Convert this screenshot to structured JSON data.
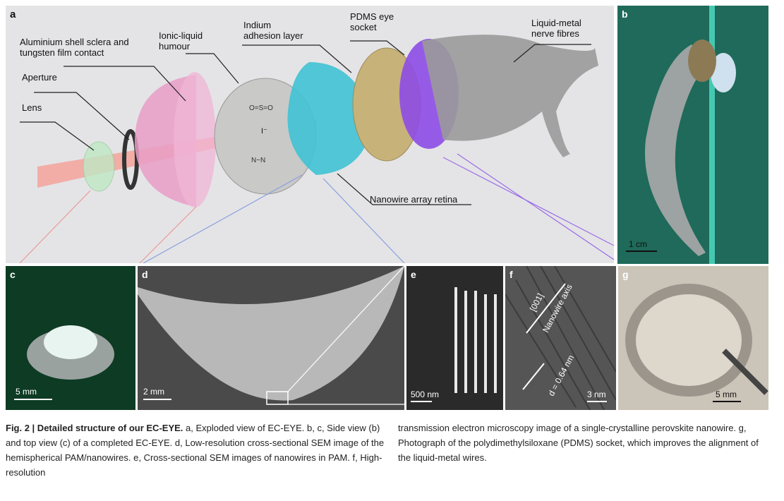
{
  "figure": {
    "panels": {
      "a": {
        "label": "a",
        "callouts": {
          "sclera": "Aluminium shell sclera and\ntungsten film contact",
          "aperture": "Aperture",
          "lens": "Lens",
          "humour": "Ionic-liquid\nhumour",
          "indium": "Indium\nadhesion layer",
          "pdms": "PDMS eye\nsocket",
          "nerve": "Liquid-metal\nnerve fibres",
          "retina": "Nanowire array retina"
        },
        "chem_iodide": "I⁻"
      },
      "b": {
        "label": "b",
        "scale": "1 cm"
      },
      "c": {
        "label": "c",
        "scale": "5 mm"
      },
      "d": {
        "label": "d",
        "scale": "2 mm"
      },
      "e": {
        "label": "e",
        "scale": "500 nm"
      },
      "f": {
        "label": "f",
        "scale": "3 nm",
        "lattice_plane": "[001]",
        "axis_label": "Nanowire axis",
        "d_spacing": "d = 0.64 nm"
      },
      "g": {
        "label": "g",
        "scale": "5 mm"
      }
    },
    "caption": {
      "title": "Fig. 2 | Detailed structure of our EC-EYE.",
      "left_text": " a, Exploded view of EC-EYE. b, c, Side view (b) and top view (c) of a completed EC-EYE. d, Low-resolution cross-sectional SEM image of the hemispherical PAM/nanowires. e, Cross-sectional SEM images of nanowires in PAM. f, High-resolution",
      "right_text": "transmission electron microscopy image of a single-crystalline perovskite nanowire. g, Photograph of the polydimethylsiloxane (PDMS) socket, which improves the alignment of the liquid-metal wires."
    },
    "colors": {
      "beam": "#f3a6a0",
      "lens": "#bfe8c4",
      "sclera": "#e99ec5",
      "humour": "#c9c9c7",
      "retina": "#3fc2d4",
      "socket": "#c7b27a",
      "nerve_purple": "#8d4be6",
      "wires": "#9a9a9a"
    }
  }
}
